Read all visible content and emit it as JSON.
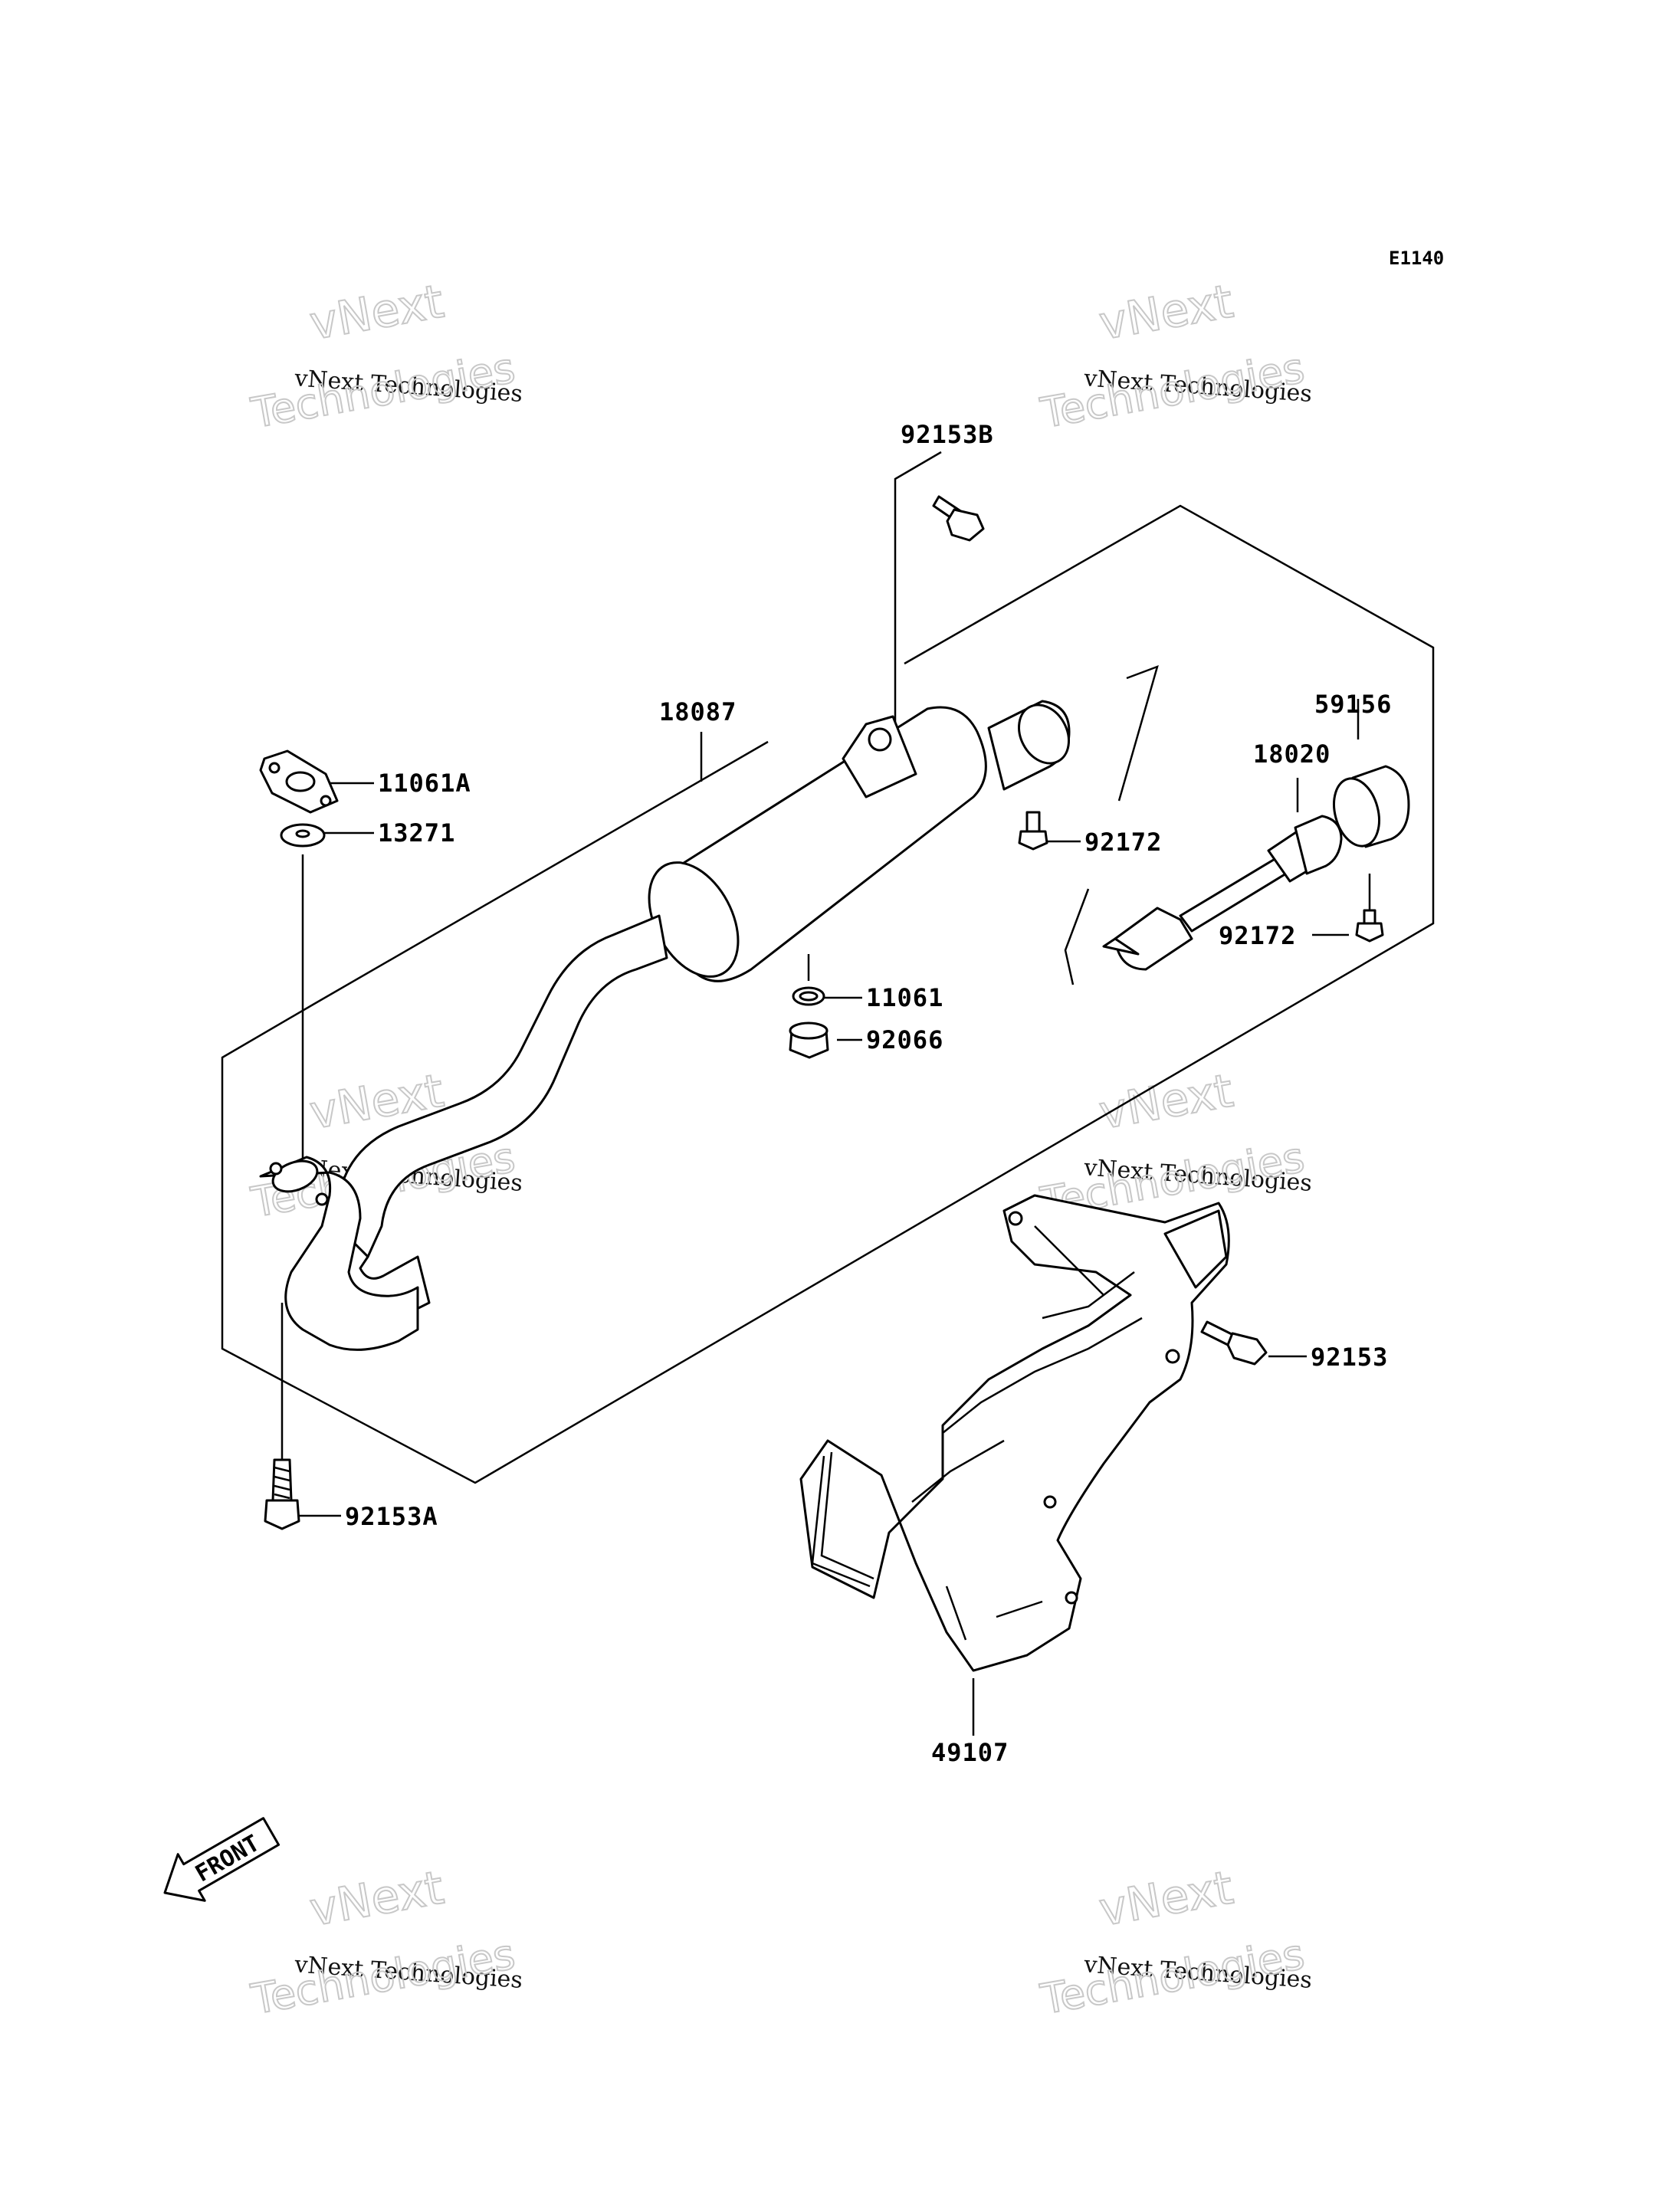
{
  "diagram": {
    "code": "E1140",
    "front_label": "FRONT",
    "watermark": {
      "line1": "vNext",
      "line2": "vNext Technologies",
      "line3": "Technologies"
    },
    "labels": {
      "p92153B": "92153B",
      "p18087": "18087",
      "p11061A": "11061A",
      "p13271": "13271",
      "p92172a": "92172",
      "p59156": "59156",
      "p18020": "18020",
      "p92172b": "92172",
      "p11061": "11061",
      "p92066": "92066",
      "p92153": "92153",
      "p92153A": "92153A",
      "p49107": "49107"
    }
  }
}
